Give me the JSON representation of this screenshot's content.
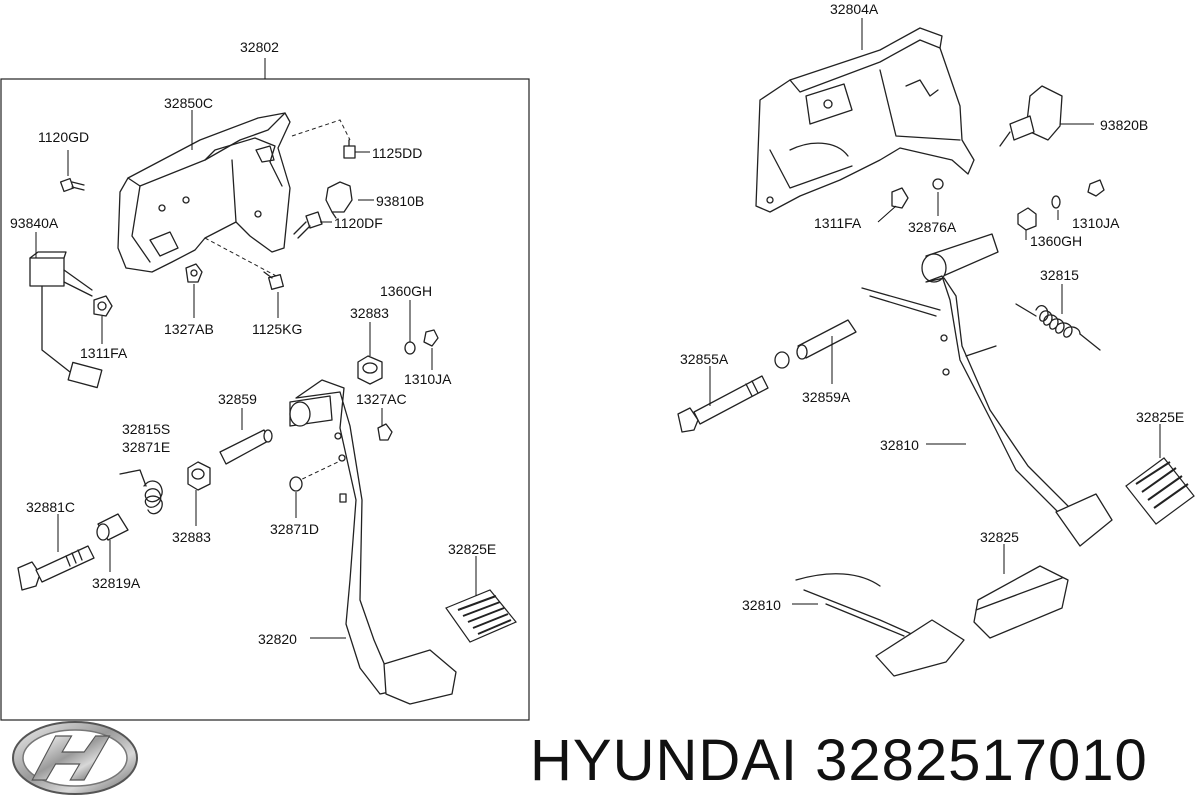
{
  "brand": {
    "name": "HYUNDAI",
    "part_number": "3282517010",
    "logo_icon": "hyundai-logo-icon"
  },
  "callouts": {
    "c32802": "32802",
    "c32850C": "32850C",
    "c1120GD": "1120GD",
    "c1125DD": "1125DD",
    "c93810B": "93810B",
    "c1120DF": "1120DF",
    "c93840A": "93840A",
    "c1311FA_left": "1311FA",
    "c1327AB": "1327AB",
    "c1125KG": "1125KG",
    "c1360GH_left": "1360GH",
    "c32883_top": "32883",
    "c1310JA_left": "1310JA",
    "c1327AC": "1327AC",
    "c32859": "32859",
    "c32815S": "32815S",
    "c32871E": "32871E",
    "c32883_bottom": "32883",
    "c32871D": "32871D",
    "c32881C": "32881C",
    "c32819A": "32819A",
    "c32825E_left": "32825E",
    "c32820": "32820",
    "c32804A": "32804A",
    "c93820B": "93820B",
    "c1311FA_right": "1311FA",
    "c32876A": "32876A",
    "c1360GH_right": "1360GH",
    "c1310JA_right": "1310JA",
    "c32815": "32815",
    "c32855A": "32855A",
    "c32859A": "32859A",
    "c32810_top": "32810",
    "c32825E_right": "32825E",
    "c32825": "32825",
    "c32810_bottom": "32810"
  }
}
